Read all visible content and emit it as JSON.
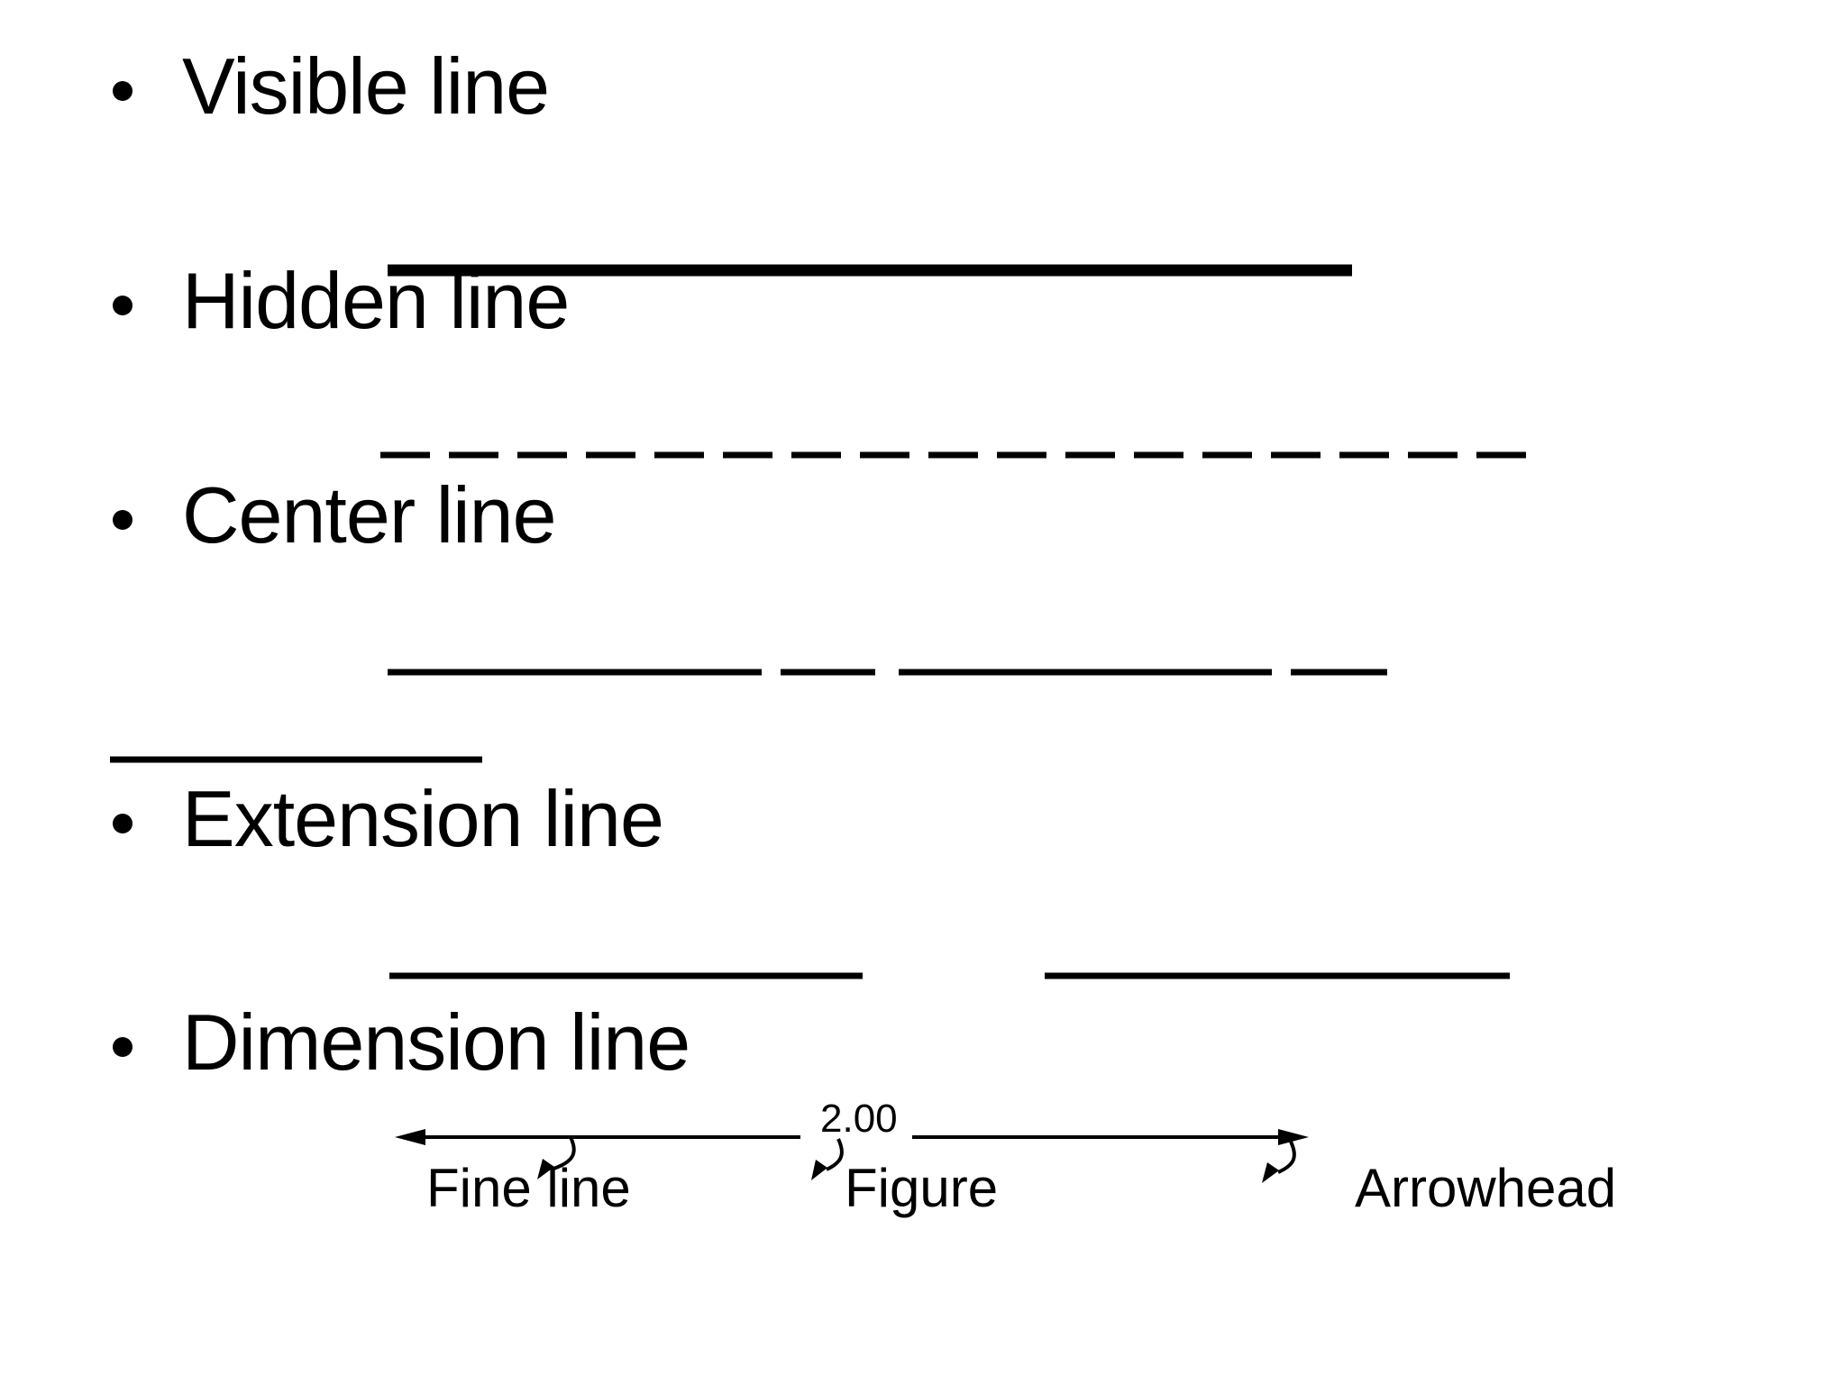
{
  "slide": {
    "background": "#ffffff",
    "text_color": "#000000",
    "bullets": [
      {
        "label": "Visible line"
      },
      {
        "label": "Hidden line"
      },
      {
        "label": "Center line"
      },
      {
        "label": "Extension line"
      },
      {
        "label": "Dimension line"
      }
    ],
    "dimension_diagram": {
      "measurement_value": "2.00",
      "callouts": [
        {
          "label": "Fine line"
        },
        {
          "label": "Figure"
        },
        {
          "label": "Arrowhead"
        }
      ]
    }
  }
}
